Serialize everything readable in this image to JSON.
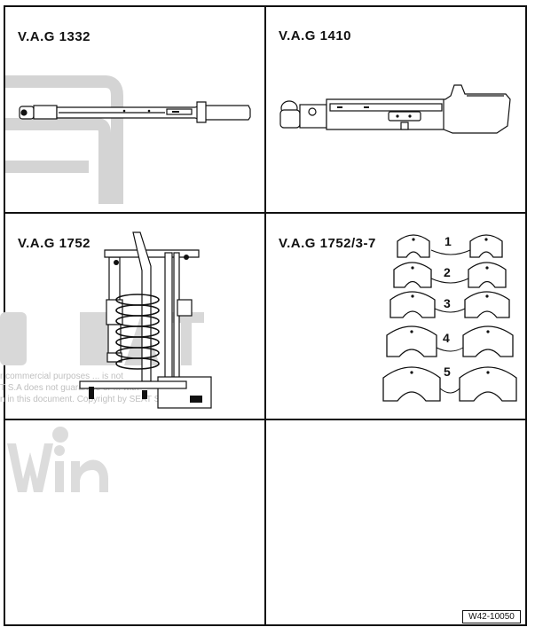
{
  "cells": [
    {
      "title": "V.A.G 1332",
      "tool": "torque-wrench"
    },
    {
      "title": "V.A.G 1410",
      "tool": "torque-wrench"
    },
    {
      "title": "V.A.G 1752",
      "tool": "spring-compressor"
    },
    {
      "title": "V.A.G 1752/3-7",
      "tool": "spring-seat-set",
      "item_numbers": [
        "1",
        "2",
        "3",
        "4",
        "5"
      ]
    },
    {
      "title": "",
      "tool": ""
    },
    {
      "title": "",
      "tool": ""
    }
  ],
  "watermark": {
    "lines": [
      "r commercial purposes ... is not",
      "T S.A does not guarantee or ... with",
      "n in this document. Copyright by SEAT S.A."
    ],
    "logo": "SEAT / AutoWin"
  },
  "figure_code": "W42-10050",
  "colors": {
    "line": "#111111",
    "watermark": "#d0d0d0",
    "background": "#ffffff"
  }
}
